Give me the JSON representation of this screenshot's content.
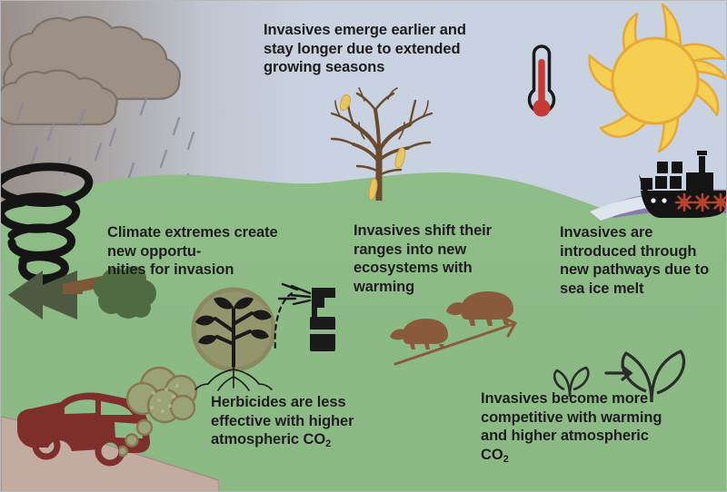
{
  "figure": {
    "title": "Climate change and invasive species infographic",
    "colors": {
      "sky_storm": "#9a938c",
      "sky_clear": "#c9d3e3",
      "ground_green": "#8cba85",
      "ground_green_dark": "#7fae78",
      "cloud": "#9d9086",
      "cloud_outline": "#7d7066",
      "tornado": "#151515",
      "arrow_olive": "#4d5a3f",
      "tree_canopy": "#4f6b42",
      "trunk_brown": "#7d5836",
      "car_red": "#7e2f2c",
      "road_tan": "#c2ab9f",
      "exhaust": "#9aa277",
      "sun_yellow": "#f5ce52",
      "sun_outline": "#e6a93a",
      "thermometer_red": "#c63a32",
      "ship_black": "#141414",
      "ship_organisms": "#b8432b",
      "water_purple": "#8275a6",
      "rodent_brown": "#8a5a3c",
      "circle_brown": "#8a6243",
      "text": "#1b1b1b"
    }
  },
  "captions": {
    "seasons": "Invasives emerge earlier and stay longer due to extended growing seasons",
    "extremes": "Climate extremes create new opportu-\nnities for invasion",
    "ranges": "Invasives shift their ranges into new ecosystems with warming",
    "pathways": "Invasives are introduced through new pathways due to sea ice melt",
    "herbicides_line1": "Herbicides are less effective with higher atmospheric CO",
    "herbicides_sub": "2",
    "competitive_line1": "Invasives become more competitive with warming and higher atmospheric CO",
    "competitive_sub": "2"
  },
  "icons": {
    "storm_cloud": "storm-cloud-icon",
    "rain": "rain-icon",
    "tornado": "tornado-icon",
    "left_arrow": "left-double-arrow-icon",
    "fallen_tree": "fallen-tree-icon",
    "tree_canopy": "tree-canopy-icon",
    "car": "car-icon",
    "exhaust": "exhaust-cloud-icon",
    "road": "road-icon",
    "plant_circle": "plant-in-circle-icon",
    "spray_bottle": "spray-bottle-icon",
    "bare_tree": "bare-tree-icon",
    "sun": "sun-icon",
    "thermometer": "thermometer-icon",
    "ship": "cargo-ship-icon",
    "sea_ice": "sea-ice-icon",
    "rodent_small": "rodent-icon",
    "rodent_large": "rodent-icon",
    "range_arrow": "range-shift-arrow-icon",
    "sprout_small": "small-sprout-icon",
    "sprout_large": "large-sprout-icon",
    "growth_arrow": "growth-arrow-icon"
  }
}
